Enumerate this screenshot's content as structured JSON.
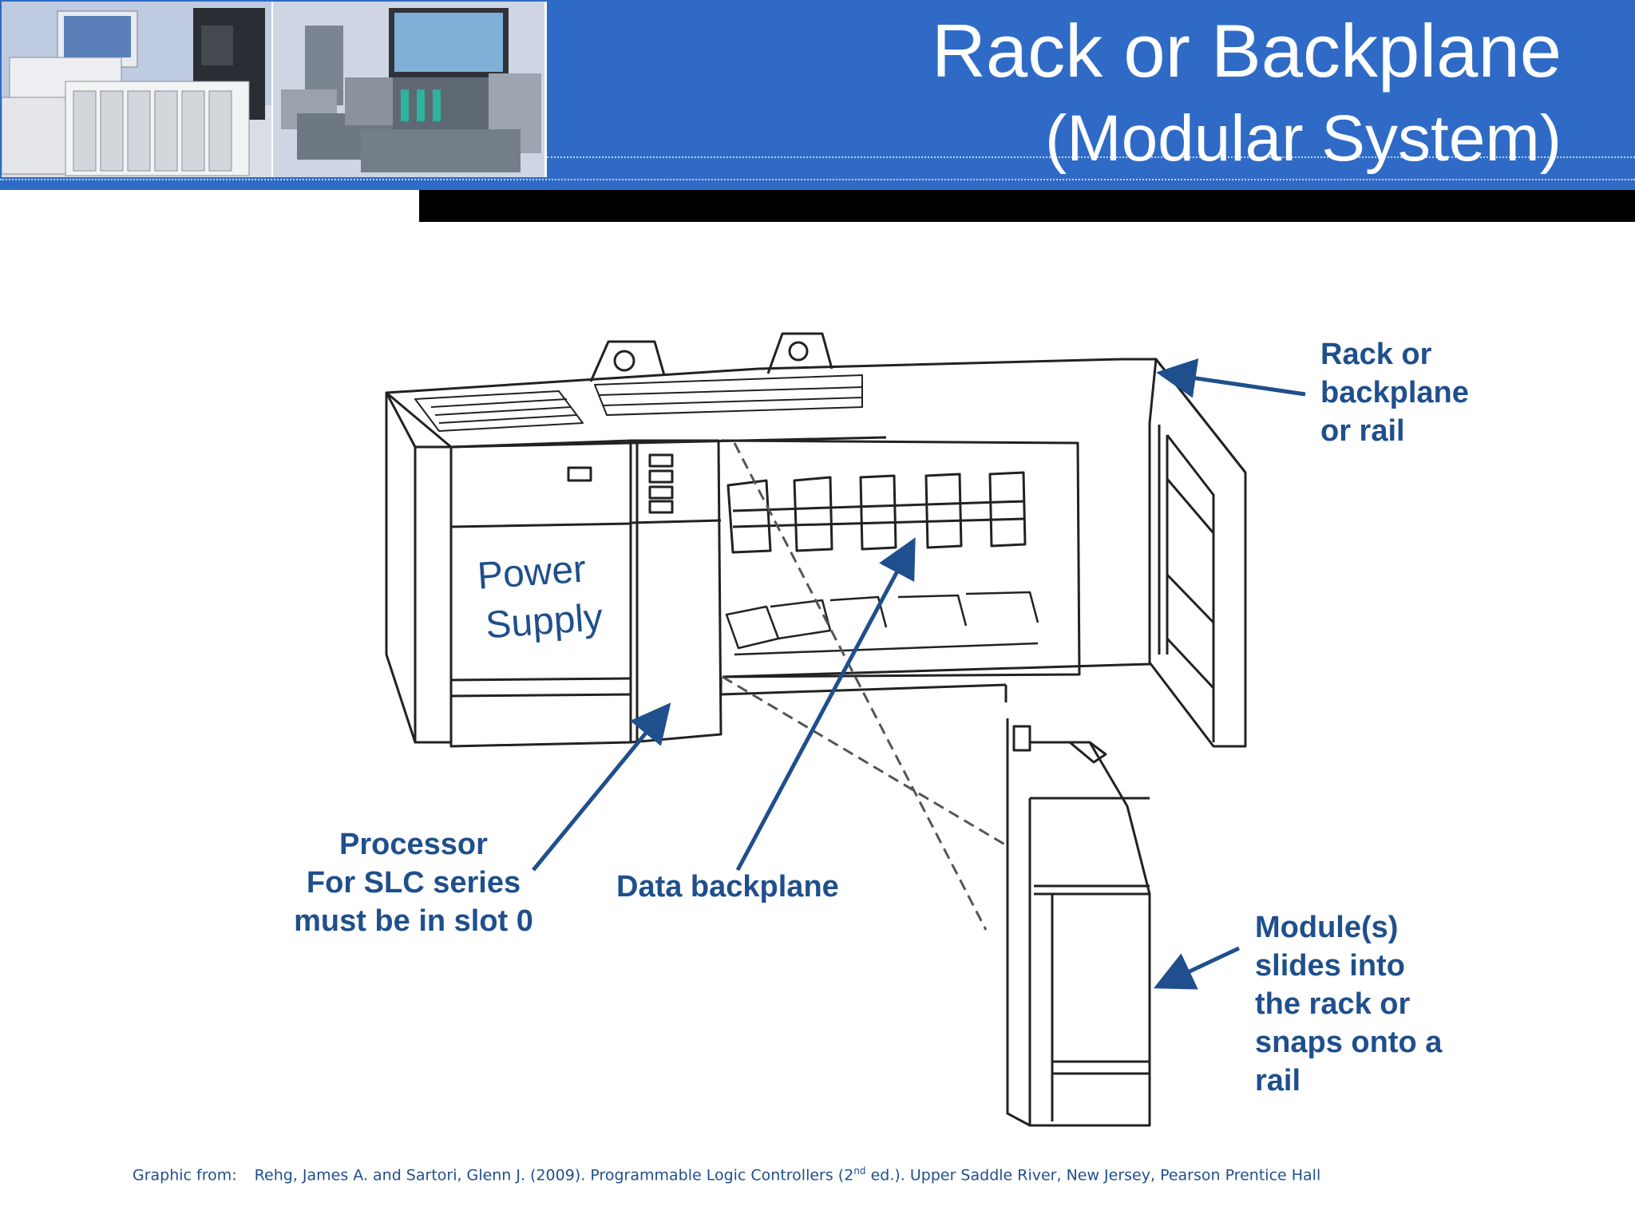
{
  "header": {
    "title": "Rack or Backplane",
    "subtitle": "(Modular System)",
    "band_color": "#2f6bc6"
  },
  "callouts": {
    "rack": [
      "Rack or",
      "backplane",
      "or rail"
    ],
    "processor": [
      "Processor",
      "For SLC series",
      "must be in slot 0"
    ],
    "data_backplane": "Data backplane",
    "module": [
      "Module(s)",
      "slides into",
      "the rack or",
      "snaps onto a",
      "rail"
    ],
    "power_supply": [
      "Power",
      "Supply"
    ],
    "color": "#1f4f8c"
  },
  "credit": {
    "prefix": "Graphic from:",
    "text_before_sup": "Rehg, James A. and Sartori, Glenn J. (2009). Programmable Logic Controllers (2",
    "sup": "nd",
    "text_after_sup": " ed.). Upper Saddle River, New Jersey, Pearson Prentice Hall"
  }
}
